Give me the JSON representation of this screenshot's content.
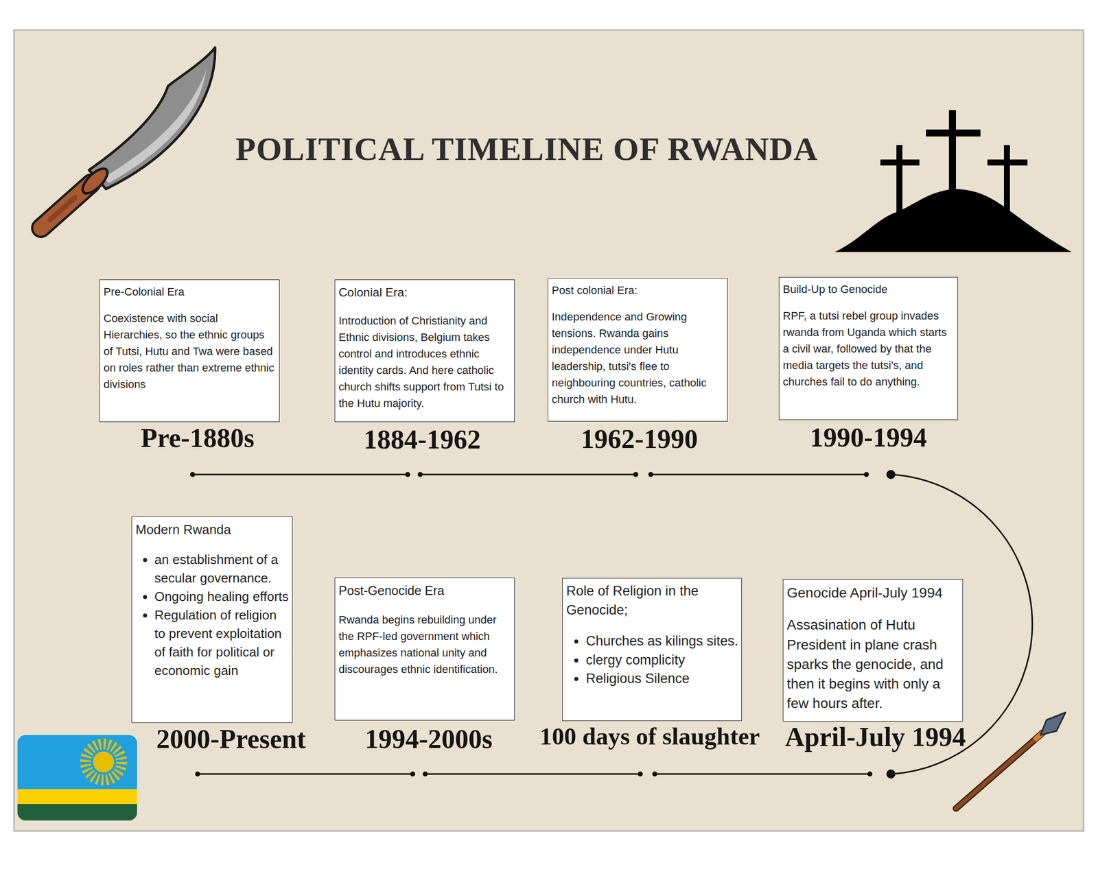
{
  "diagram": {
    "title": "POLITICAL TIMELINE OF RWANDA",
    "nodes": [
      {
        "text": [
          "Pre-Colonial Era",
          "Coexistence with social Hierarchies, so the ethnic groups of Tutsi, Hutu and Twa were based on roles rather than extreme ethnic divisions",
          "Pre-1880s"
        ]
      },
      {
        "text": [
          "Colonial Era:",
          "Introduction of Christianity and Ethnic divisions, Belgium takes control and introduces ethnic identity cards. And here catholic church shifts support from Tutsi to the Hutu majority.",
          "1884-1962"
        ]
      },
      {
        "text": [
          "Post colonial Era:",
          "Independence and Growing tensions. Rwanda gains independence under Hutu leadership, tutsi's flee to neighbouring countries, catholic church with Hutu.",
          "1962-1990"
        ]
      },
      {
        "text": [
          "Build-Up to Genocide",
          "RPF, a tutsi rebel group invades rwanda from Uganda which starts a civil war, followed by that the media targets the tutsi's, and churches fail to do anything.",
          "1990-1994"
        ]
      },
      {
        "text": [
          "Genocide April-July 1994",
          "Assasination of Hutu President in plane crash sparks the genocide, and then it begins with only a few hours after.",
          "April-July 1994"
        ]
      },
      {
        "text": [
          "Role of Religion in the Genocide;",
          "Churches as kilings sites.",
          "clergy complicity",
          "Religious Silence",
          "100 days of slaughter"
        ]
      },
      {
        "text": [
          "Post-Genocide Era",
          "Rwanda begins rebuilding under the RPF-led government which emphasizes national unity and discourages ethnic identification.",
          "1994-2000s"
        ]
      },
      {
        "text": [
          "Modern Rwanda",
          "an establishment of a secular governance.",
          "Ongoing healing efforts",
          "Regulation of religion to prevent exploitation of faith for political or economic gain",
          "2000-Present"
        ]
      }
    ]
  }
}
